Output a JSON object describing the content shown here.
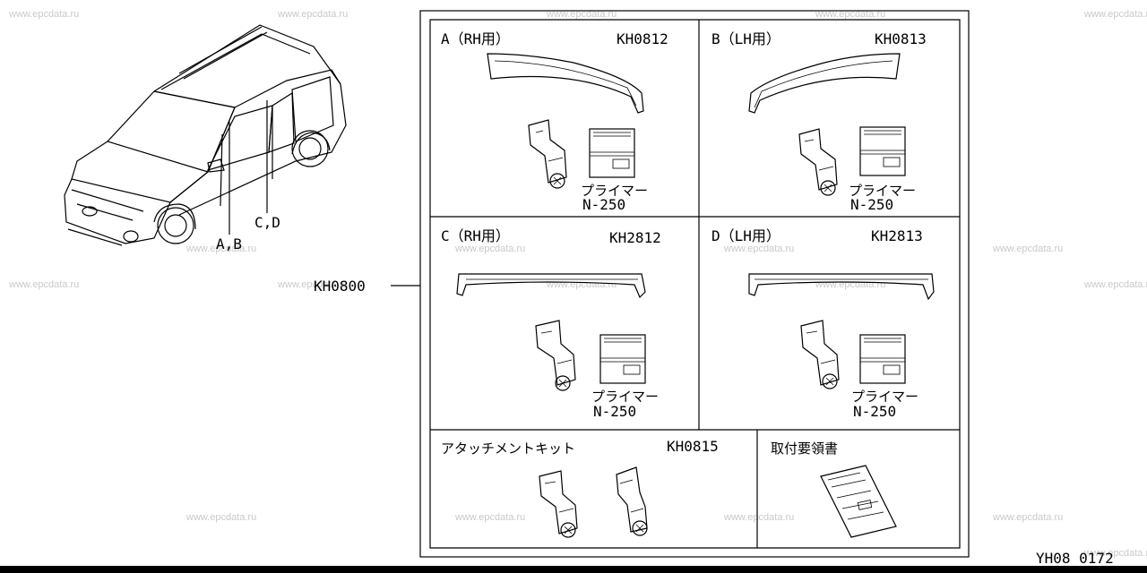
{
  "watermark": "www.epcdata.ru",
  "diagram_code": "YH08 0172",
  "assembly_part_no": "KH0800",
  "vehicle": {
    "callout_ab": "A,B",
    "callout_cd": "C,D"
  },
  "panels": {
    "a": {
      "title": "A（RH用）",
      "part_no": "KH0812",
      "primer_label": "プライマー",
      "primer_code": "N-250"
    },
    "b": {
      "title": "B（LH用）",
      "part_no": "KH0813",
      "primer_label": "プライマー",
      "primer_code": "N-250"
    },
    "c": {
      "title": "C（RH用）",
      "part_no": "KH2812",
      "primer_label": "プライマー",
      "primer_code": "N-250"
    },
    "d": {
      "title": "D（LH用）",
      "part_no": "KH2813",
      "primer_label": "プライマー",
      "primer_code": "N-250"
    },
    "kit": {
      "title": "アタッチメントキット",
      "part_no": "KH0815"
    },
    "manual": {
      "title": "取付要領書"
    }
  }
}
